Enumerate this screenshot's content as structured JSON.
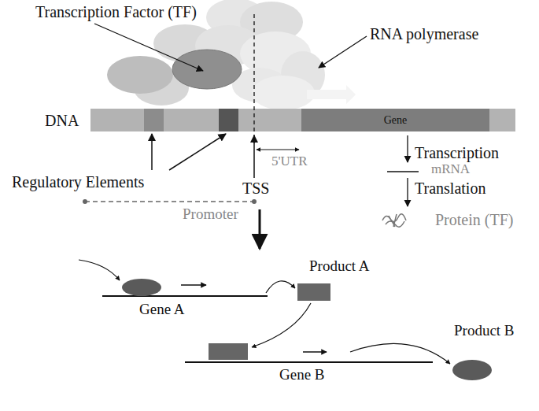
{
  "diagram": {
    "nodes": [
      {
        "text": [
          "Gene"
        ]
      }
    ],
    "labels": [
      "Transcription Factor (TF)",
      "RNA polymerase",
      "DNA",
      "Regulatory Elements",
      "TSS",
      "5'UTR",
      "Promoter",
      "Transcription",
      "mRNA",
      "Translation",
      "Protein (TF)",
      "Product A",
      "Gene A",
      "Product B",
      "Gene B"
    ]
  }
}
